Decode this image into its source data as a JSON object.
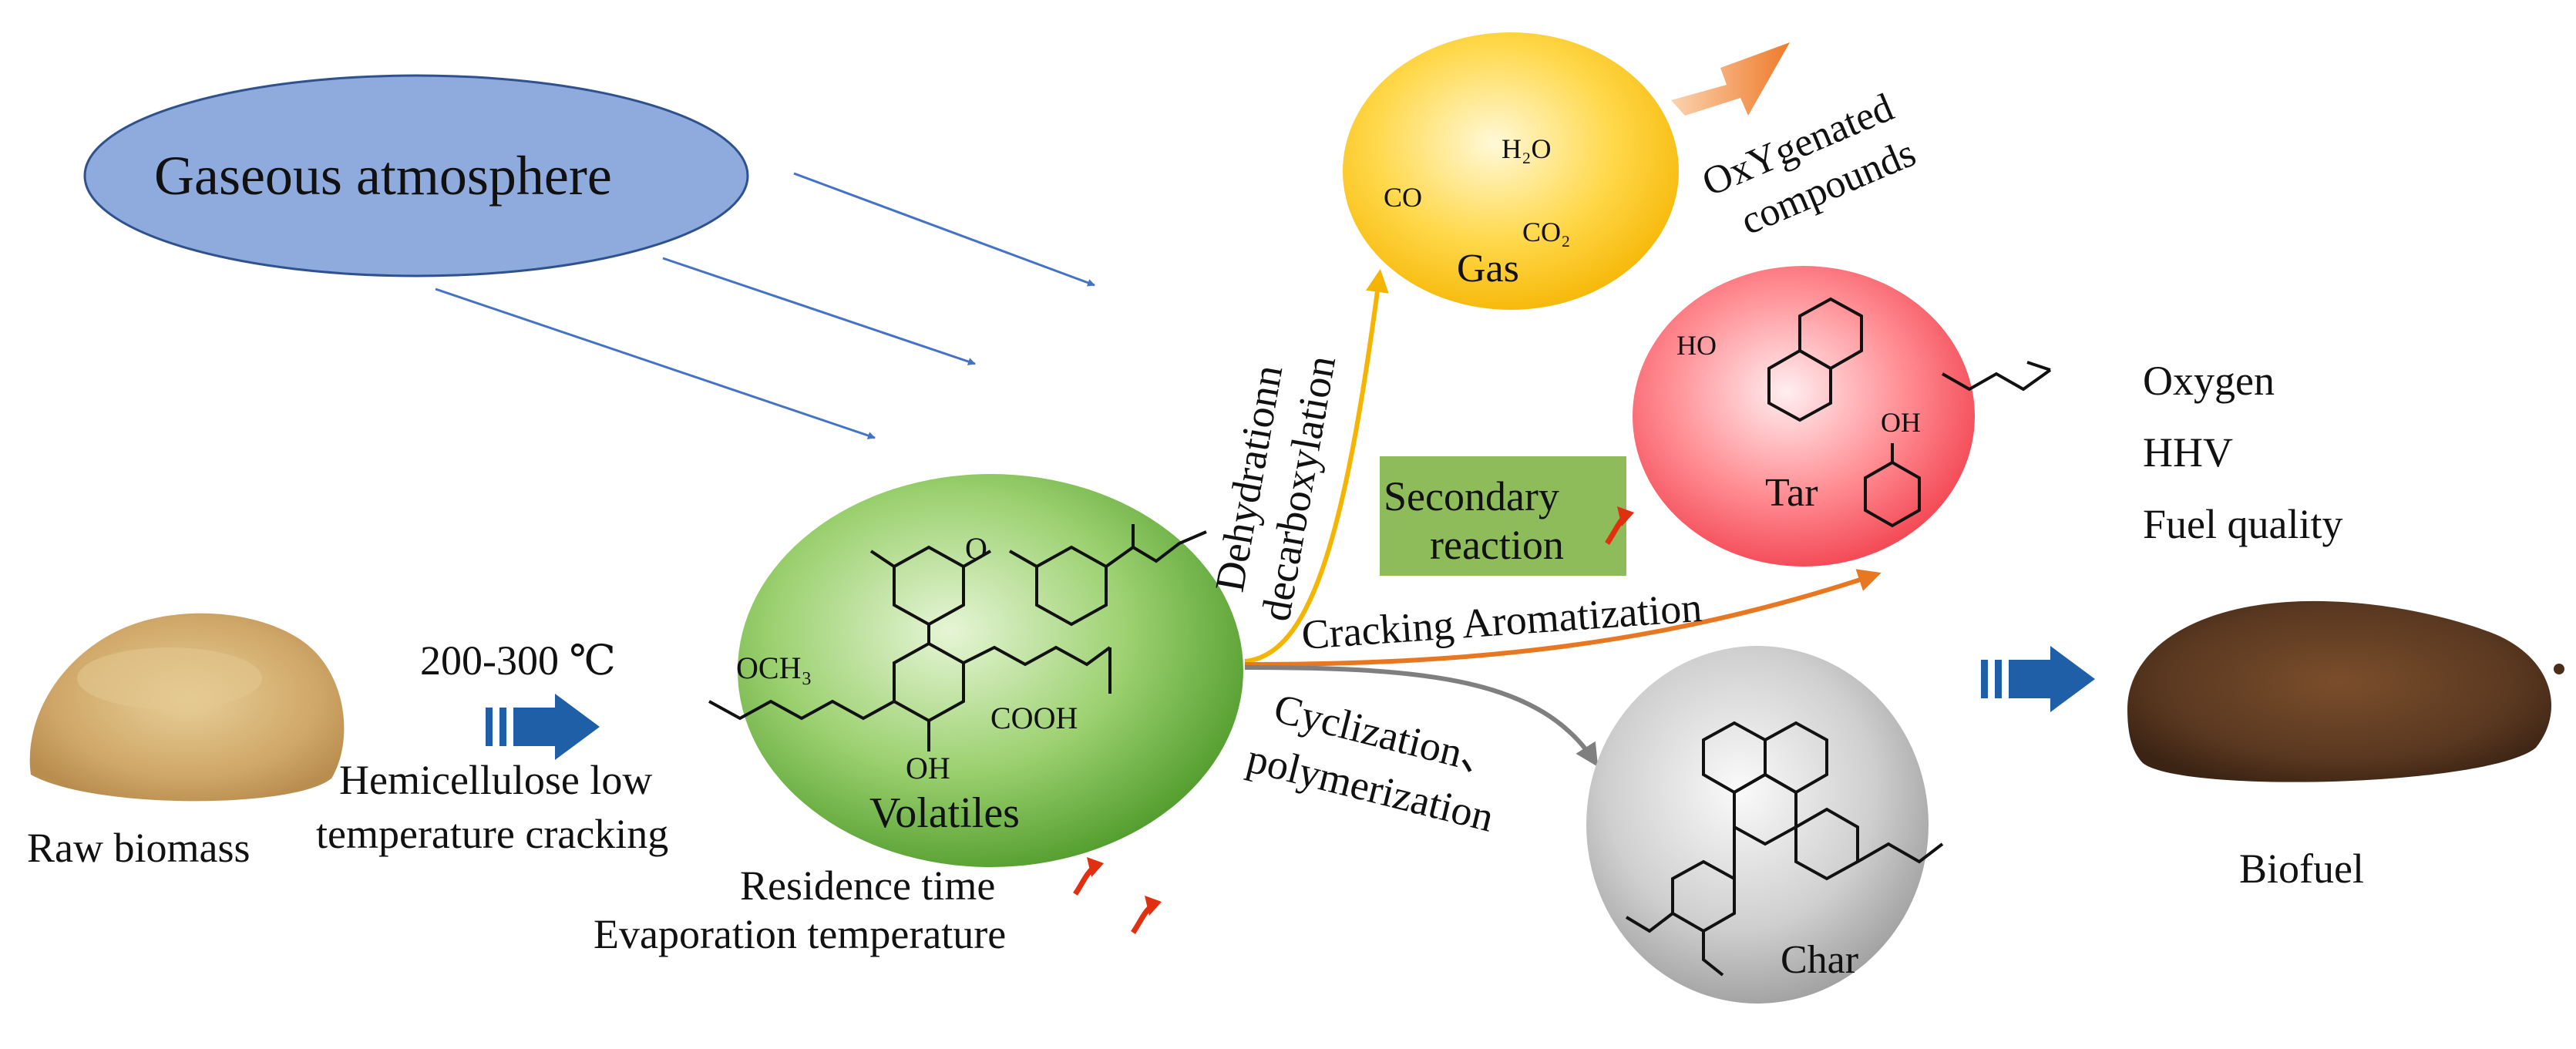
{
  "labels": {
    "gaseous_atmosphere": "Gaseous atmosphere",
    "temperature": "200-300 ℃",
    "hemicellulose_line1": "Hemicellulose low",
    "hemicellulose_line2": "temperature cracking",
    "raw_biomass": "Raw biomass",
    "volatiles": "Volatiles",
    "residence_time": "Residence time",
    "evaporation_temperature": "Evaporation temperature",
    "dehydration_line1": "Dehydrationn",
    "dehydration_line2": "decarboxylation",
    "secondary_line1": "Secondary",
    "secondary_line2": "reaction",
    "cracking_aromatization": "Cracking Aromatization",
    "cyclization_line1": "Cyclization、",
    "cyclization_line2": "polymerization",
    "gas": "Gas",
    "tar": "Tar",
    "char": "Char",
    "oxygenated_line1": "OxYgenated",
    "oxygenated_line2": "compounds",
    "biofuel": "Biofuel",
    "props": [
      "Oxygen",
      "HHV",
      "Fuel quality"
    ]
  },
  "chemistry": {
    "gas_species": [
      "H₂O",
      "CO",
      "CO₂"
    ],
    "volatiles_groups": [
      "OCH₃",
      "COOH",
      "OH"
    ],
    "tar_groups": [
      "HO",
      "OH"
    ]
  },
  "colors": {
    "gaseous_fill": "#8faadc",
    "volatiles": "#70ad47",
    "gas": "#ffc000",
    "tar": "#ff5050",
    "char": "#a6a6a6",
    "process_arrow": "#1f5fa8",
    "up_arrow": "#e03010",
    "oxygenated_arrow": "#f08a3c",
    "secondary_box": "#8fbc5a"
  }
}
